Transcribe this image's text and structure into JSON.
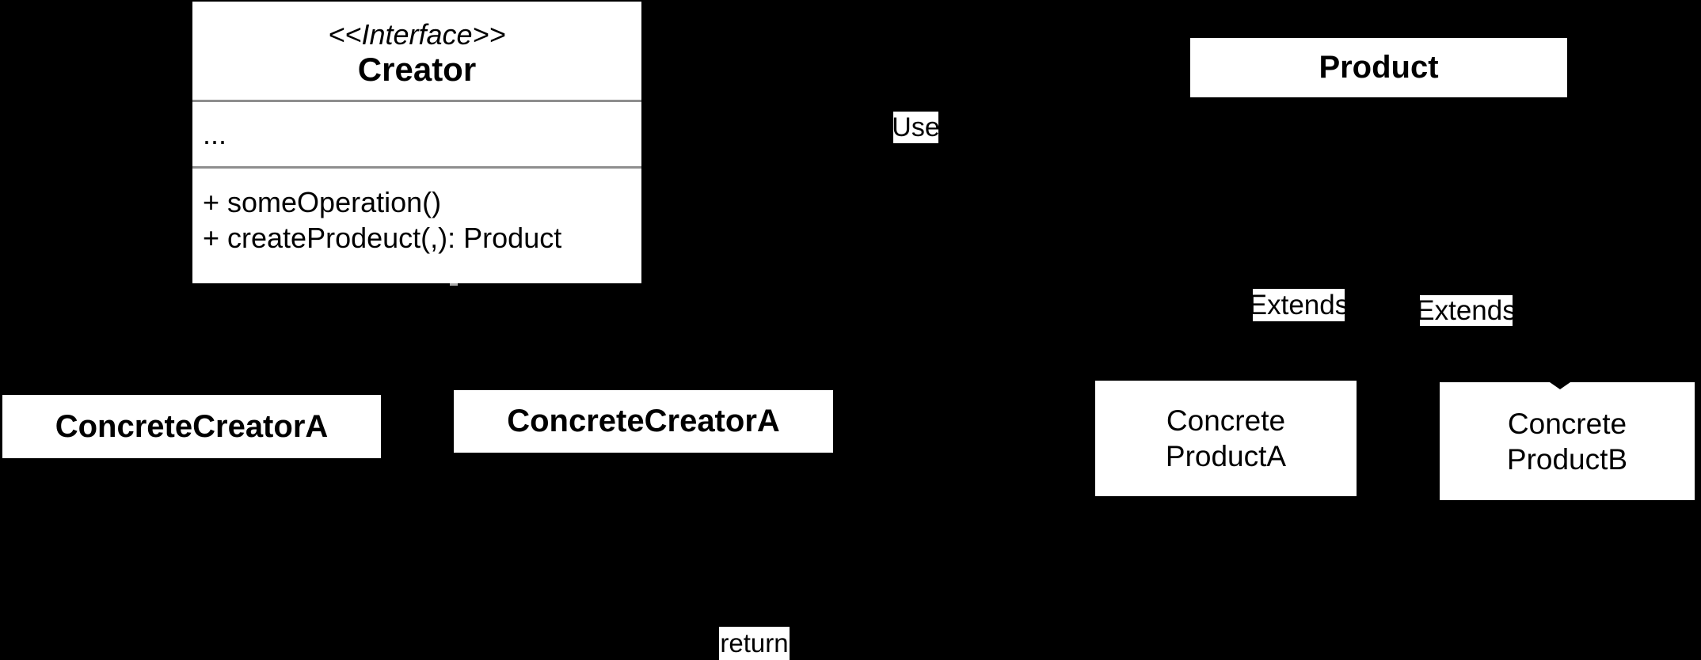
{
  "diagram": {
    "kind": "uml-class-diagram",
    "colors": {
      "background": "#000000",
      "box_fill": "#ffffff",
      "text": "#000000",
      "separator": "#8e8e8e"
    },
    "creator": {
      "stereotype": "<<Interface>>",
      "name": "Creator",
      "attributes_placeholder": "...",
      "methods": [
        "+ someOperation()",
        "+ createProdeuct(,): Product"
      ]
    },
    "product": {
      "name": "Product"
    },
    "concrete_creators": [
      {
        "name": "ConcreteCreatorA"
      },
      {
        "name": "ConcreteCreatorA"
      }
    ],
    "concrete_products": [
      {
        "line1": "Concrete",
        "line2": "ProductA"
      },
      {
        "line1": "Concrete",
        "line2": "ProductB"
      }
    ],
    "edge_labels": {
      "use": "Use",
      "extends_left": "Extends",
      "extends_right": "Extends",
      "return": "return"
    }
  }
}
